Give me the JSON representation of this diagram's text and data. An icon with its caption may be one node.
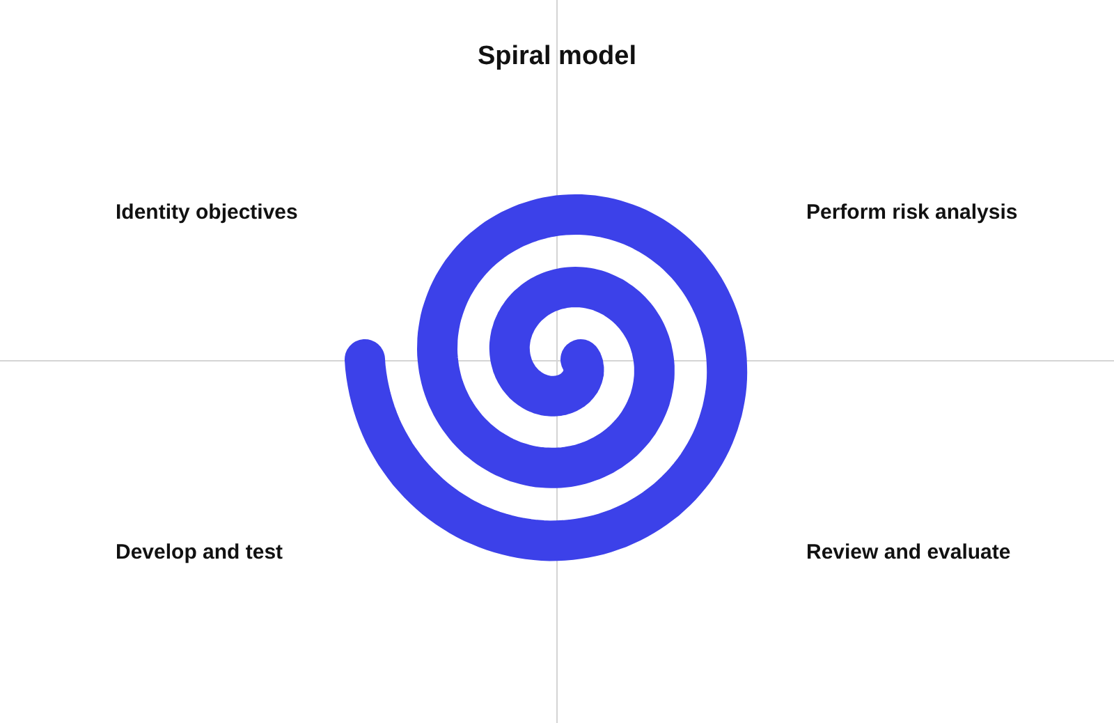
{
  "diagram": {
    "title": "Spiral model",
    "labels": [
      "Identity objectives",
      "Perform risk analysis",
      "Develop and test",
      "Review and evaluate"
    ]
  }
}
